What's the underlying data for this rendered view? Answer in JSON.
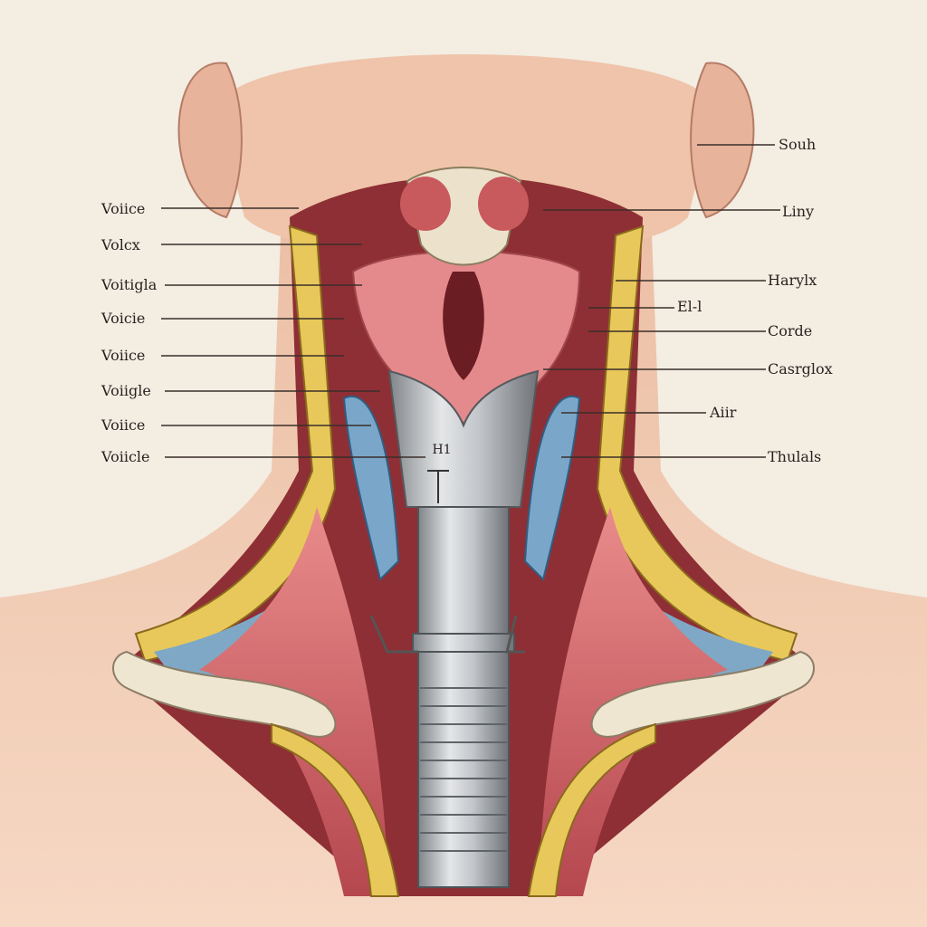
{
  "labels": {
    "left": [
      "Voiice",
      "Volcx",
      "Voitigla",
      "Voicie",
      "Voiice",
      "Voiigle",
      "Voiice",
      "Voiicle"
    ],
    "right": [
      "Souh",
      "Liny",
      "Harylx",
      "El-l",
      "Corde",
      "Casrglox",
      "Aiir",
      "Thulals"
    ],
    "tube": "H1"
  },
  "colors": {
    "background": "#f3ede2",
    "skin": "#f0c7ae",
    "muscle": "#d9727a",
    "cartilage_yellow": "#e8c85a",
    "vein_blue": "#7aa7c9",
    "bone": "#efe6d2",
    "tube_metal": "#b9bcc0"
  }
}
